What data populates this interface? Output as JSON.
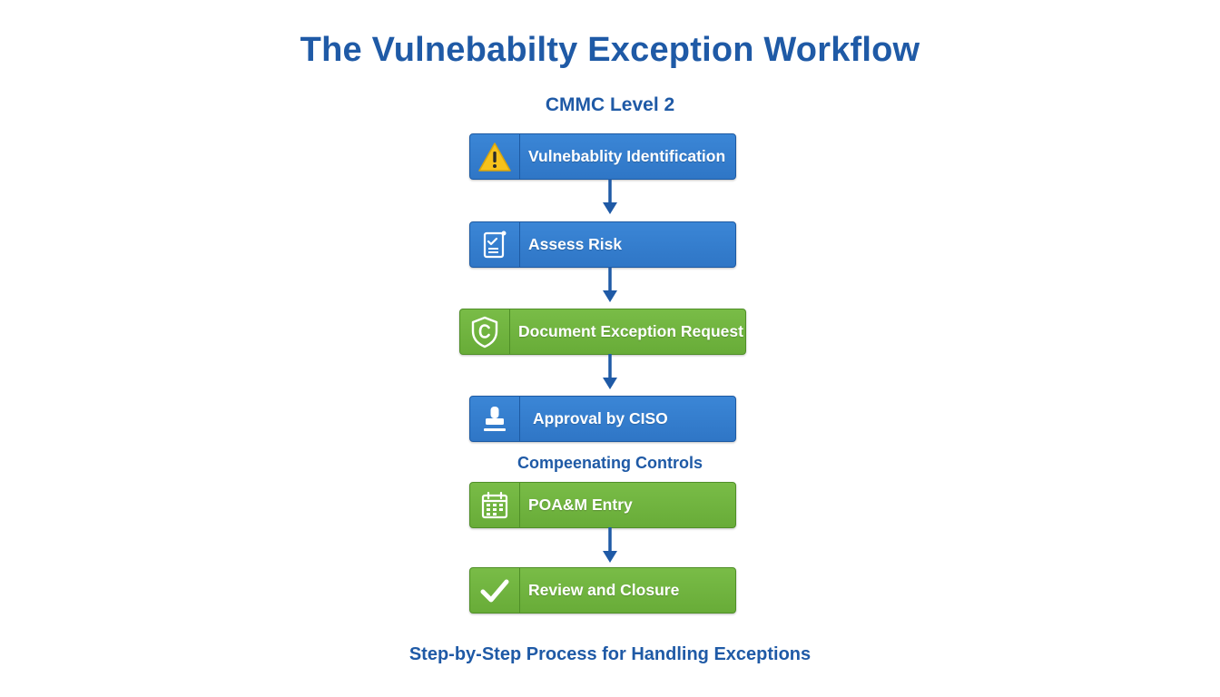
{
  "title": "The Vulnebabilty Exception Workflow",
  "subtitle": "CMMC Level 2",
  "steps": [
    {
      "label": "Vulnebablity Identification",
      "icon": "warning-icon",
      "color": "blue"
    },
    {
      "label": "Assess Risk",
      "icon": "checklist-icon",
      "color": "blue"
    },
    {
      "label": "Document Exception Request",
      "icon": "shield-icon",
      "color": "green"
    },
    {
      "label": "Approval by CISO",
      "icon": "stamp-icon",
      "color": "blue"
    },
    {
      "label": "POA&M Entry",
      "icon": "calendar-icon",
      "color": "green"
    },
    {
      "label": "Review and Closure",
      "icon": "checkmark-icon",
      "color": "green"
    }
  ],
  "between_label": "Compeenating Controls",
  "footer": "Step-by-Step Process for Handling Exceptions",
  "colors": {
    "title": "#1f5aa6",
    "blue_box": "#3380d0",
    "green_box": "#6fb33f",
    "arrow": "#1f5aa6",
    "warning": "#f6c21c"
  }
}
